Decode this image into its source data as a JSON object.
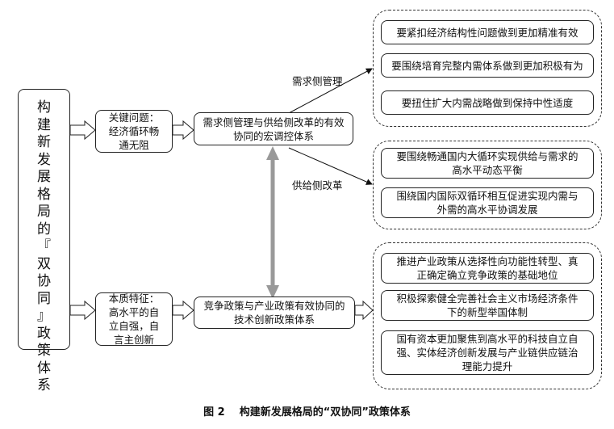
{
  "main_title_chars": [
    "构",
    "建",
    "新",
    "发",
    "展",
    "格",
    "局",
    "的",
    "『",
    "双",
    "协",
    "同",
    "』",
    "政",
    "策",
    "体",
    "系"
  ],
  "key_issue": {
    "lines": [
      "关键问题：",
      "经济循环畅",
      "通无阻"
    ]
  },
  "essence": {
    "lines": [
      "本质特征：",
      "高水平的自",
      "立自强，自",
      "言主创新"
    ]
  },
  "macro_box": {
    "lines": [
      "需求侧管理与供给侧改革的有效",
      "协同的宏调控体系"
    ]
  },
  "competition_box": {
    "lines": [
      "竞争政策与产业政策有效协同的",
      "技术创新政策体系"
    ]
  },
  "demand_label": "需求侧管理",
  "supply_label": "供给侧改革",
  "demand_items": [
    {
      "lines": [
        "要紧扣经济结构性问题做到更加精准有效"
      ]
    },
    {
      "lines": [
        "要围绕培育完整内需体系做到更加积极有为"
      ]
    },
    {
      "lines": [
        "要扭住扩大内需战略做到保持中性适度"
      ]
    }
  ],
  "supply_items": [
    {
      "lines": [
        "要围绕畅通国内大循环实现供给与需求的",
        "高水平动态平衡"
      ]
    },
    {
      "lines": [
        "围绕国内国际双循环相互促进实现内需与",
        "外需的高水平协调发展"
      ]
    }
  ],
  "innovation_items": [
    {
      "lines": [
        "推进产业政策从选择性向功能性转型、真",
        "正确定确立竞争政策的基础地位"
      ]
    },
    {
      "lines": [
        "积极探索健全完善社会主义市场经济条件",
        "下的新型举国体制"
      ]
    },
    {
      "lines": [
        "国有资本更加聚焦到高水平的科技自立自",
        "强、实体经济创新发展与产业链供应链治",
        "理能力提升"
      ]
    }
  ],
  "caption": "图 2    构建新发展格局的“双协同”政策体系"
}
